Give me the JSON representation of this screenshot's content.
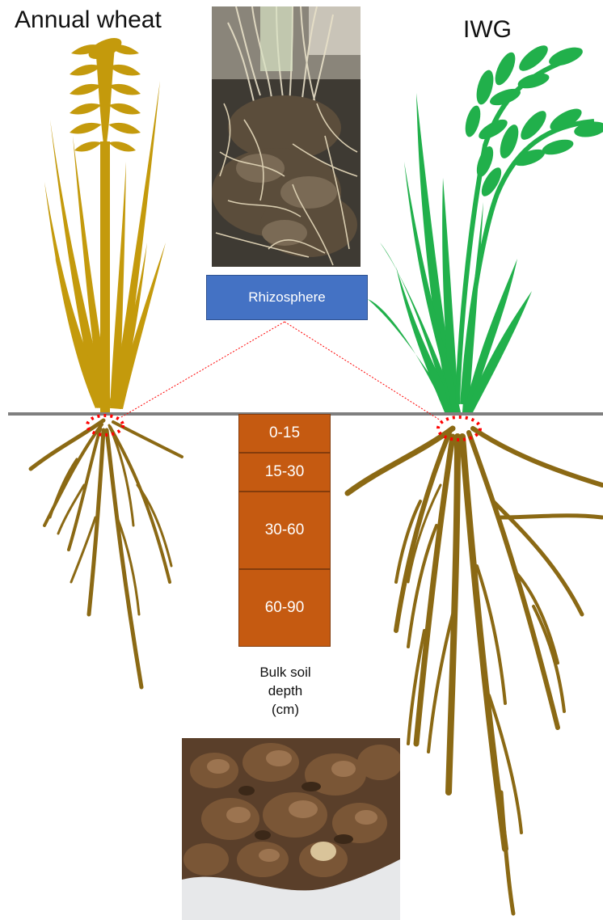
{
  "titles": {
    "left": "Annual wheat",
    "right": "IWG"
  },
  "rhizosphere_label": "Rhizosphere",
  "depth_intervals": [
    "0-15",
    "15-30",
    "30-60",
    "60-90"
  ],
  "bulk_soil_label": [
    "Bulk soil",
    "depth",
    "(cm)"
  ],
  "colors": {
    "wheat": "#c49a0c",
    "iwg": "#21b04b",
    "roots": "#8b6914",
    "soil_column": "#c55a11",
    "rhizosphere_box": "#4472c4",
    "ground_line": "#7f7f7f",
    "rhizosphere_marker": "#ff0000"
  }
}
